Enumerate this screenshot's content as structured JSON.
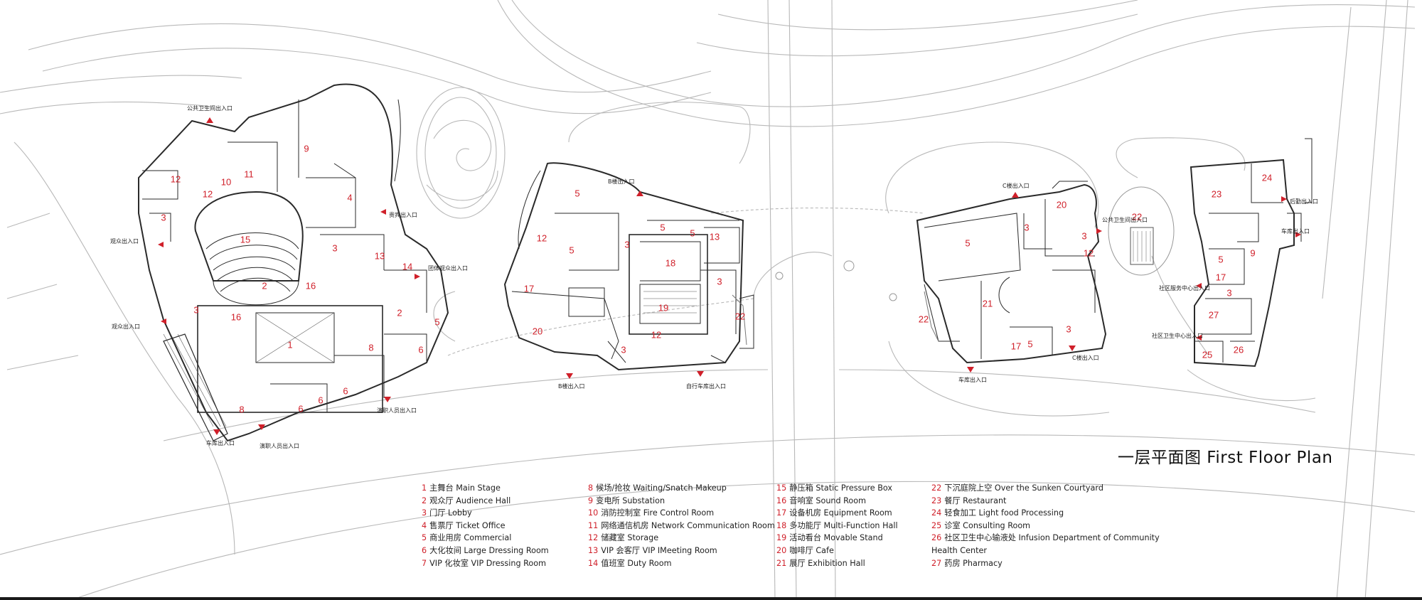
{
  "title": "一层平面图  First Floor Plan",
  "colors": {
    "room_number": "#d0202a",
    "wall": "#2a2a2a",
    "context_line": "#b8b8b8"
  },
  "room_labels": [
    "1",
    "2",
    "3",
    "3",
    "3",
    "4",
    "5",
    "6",
    "6",
    "6",
    "6",
    "8",
    "8",
    "9",
    "10",
    "11",
    "12",
    "12",
    "13",
    "14",
    "15",
    "16",
    "16",
    "2",
    "5",
    "12",
    "5",
    "3",
    "5",
    "5",
    "13",
    "18",
    "3",
    "17",
    "19",
    "20",
    "12",
    "3",
    "22",
    "5",
    "3",
    "20",
    "3",
    "12",
    "21",
    "17",
    "5",
    "3",
    "22",
    "22",
    "24",
    "23",
    "9",
    "5",
    "17",
    "3",
    "27",
    "26",
    "25"
  ],
  "entrance_labels": [
    "公共卫生间出入口",
    "贵宾出入口",
    "观众出入口",
    "观众出入口",
    "团体观众出入口",
    "车库出入口",
    "演职人员出入口",
    "演职人员出入口",
    "B楼出入口",
    "B楼出入口",
    "自行车库出入口",
    "C楼出入口",
    "公共卫生间出入口",
    "车库出入口",
    "C楼出入口",
    "后勤出入口",
    "车库出入口",
    "社区服务中心出入口",
    "社区卫生中心出入口"
  ],
  "legend": {
    "col1": [
      {
        "num": "1",
        "text": "主舞台 Main Stage"
      },
      {
        "num": "2",
        "text": "观众厅 Audience Hall"
      },
      {
        "num": "3",
        "text": "门厅 Lobby"
      },
      {
        "num": "4",
        "text": "售票厅 Ticket Office"
      },
      {
        "num": "5",
        "text": "商业用房 Commercial"
      },
      {
        "num": "6",
        "text": "大化妆间 Large Dressing Room"
      },
      {
        "num": "7",
        "text": "VIP 化妆室 VIP Dressing Room"
      }
    ],
    "col2": [
      {
        "num": "8",
        "text": "候场/抢妆 Waiting/Snatch Makeup"
      },
      {
        "num": "9",
        "text": "变电所 Substation"
      },
      {
        "num": "10",
        "text": "消防控制室 Fire Control Room"
      },
      {
        "num": "11",
        "text": "网络通信机房 Network Communication Room"
      },
      {
        "num": "12",
        "text": "储藏室 Storage"
      },
      {
        "num": "13",
        "text": "VIP 会客厅 VIP IMeeting Room"
      },
      {
        "num": "14",
        "text": "值班室 Duty Room"
      }
    ],
    "col3": [
      {
        "num": "15",
        "text": "静压箱 Static Pressure Box"
      },
      {
        "num": "16",
        "text": "音响室 Sound Room"
      },
      {
        "num": "17",
        "text": "设备机房 Equipment Room"
      },
      {
        "num": "18",
        "text": "多功能厅 Multi-Function Hall"
      },
      {
        "num": "19",
        "text": "活动看台 Movable Stand"
      },
      {
        "num": "20",
        "text": "咖啡厅 Cafe"
      },
      {
        "num": "21",
        "text": "展厅 Exhibition Hall"
      }
    ],
    "col4": [
      {
        "num": "22",
        "text": "下沉庭院上空 Over the Sunken Courtyard"
      },
      {
        "num": "23",
        "text": "餐厅 Restaurant"
      },
      {
        "num": "24",
        "text": "轻食加工 Light food Processing"
      },
      {
        "num": "25",
        "text": "诊室 Consulting Room"
      },
      {
        "num": "26",
        "text": "社区卫生中心输液处 Infusion Department of Community",
        "cont": "Health Center"
      },
      {
        "num": "27",
        "text": "药房 Pharmacy"
      }
    ]
  }
}
